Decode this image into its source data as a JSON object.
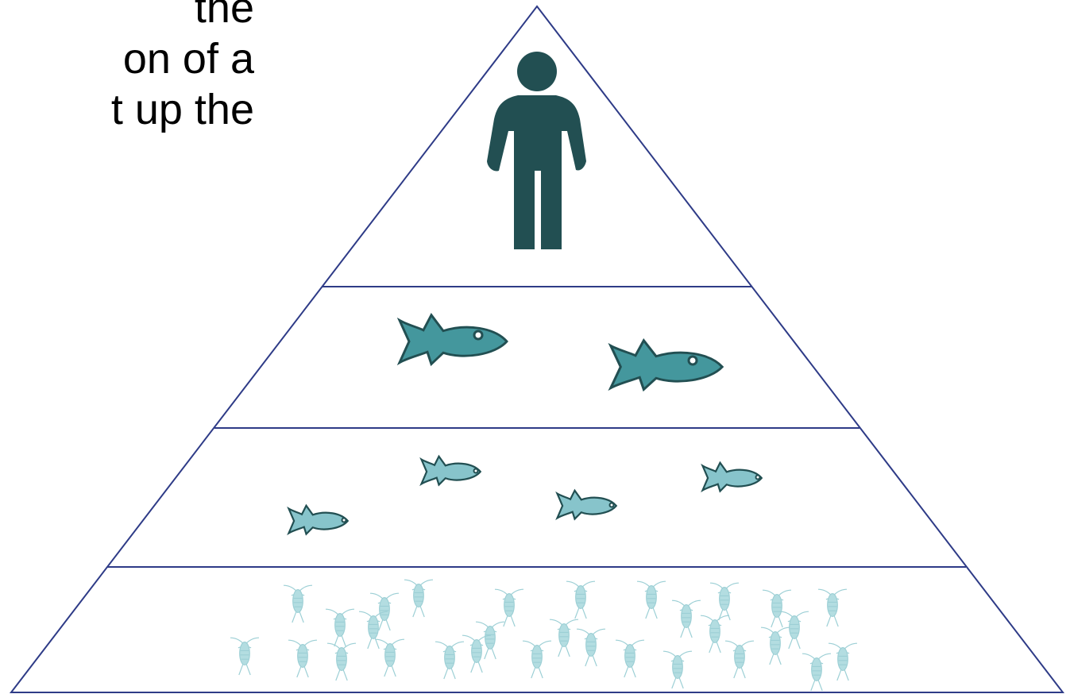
{
  "text_fragment": {
    "lines": [
      "the",
      "on of a",
      "t up the"
    ]
  },
  "pyramid": {
    "outline_color": "#2e3b87",
    "tiers": [
      {
        "name": "human",
        "icon": "person-icon",
        "count": 1,
        "color": "#224f52"
      },
      {
        "name": "large-fish",
        "icon": "fish-icon",
        "count": 2,
        "color": "#44979d"
      },
      {
        "name": "small-fish",
        "icon": "fish-icon",
        "count": 4,
        "color": "#87c4cb"
      },
      {
        "name": "zooplankton",
        "icon": "zooplankton-icon",
        "count": 30,
        "color": "#b3dde1"
      }
    ]
  }
}
